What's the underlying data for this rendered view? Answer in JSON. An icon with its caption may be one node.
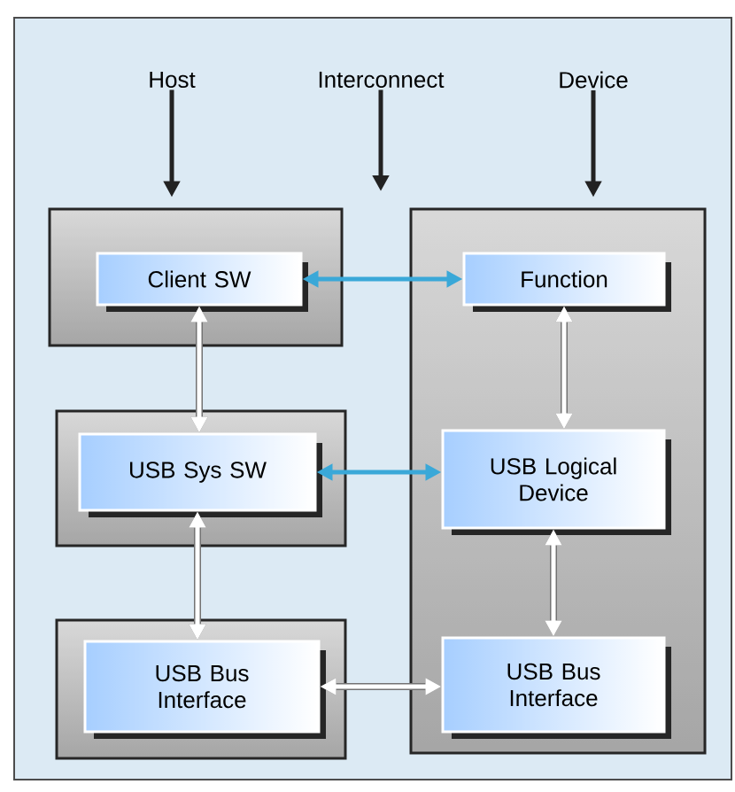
{
  "diagram": {
    "nodes": [
      {
        "text": [
          "Host"
        ]
      },
      {
        "text": [
          "Interconnect"
        ]
      },
      {
        "text": [
          "Device"
        ]
      },
      {
        "text": [],
        "shape": "box"
      },
      {
        "text": [
          "Client SW"
        ],
        "in": 3
      },
      {
        "text": [],
        "shape": "box"
      },
      {
        "text": [
          "USB Sys SW"
        ],
        "in": 5
      },
      {
        "text": [],
        "shape": "box"
      },
      {
        "text": [
          "USB Bus Interface"
        ],
        "in": 7
      },
      {
        "text": [],
        "shape": "box"
      },
      {
        "text": [
          "Function"
        ],
        "in": 9
      },
      {
        "text": [
          "USB Logical Device"
        ],
        "in": 9
      },
      {
        "text": [
          "USB Bus Interface"
        ],
        "in": 9
      }
    ],
    "edges": [
      {
        "from": 0,
        "to": 3,
        "arrow": "to",
        "color": "#222222"
      },
      {
        "from": 1,
        "to": null,
        "arrow": "to",
        "color": "#222222"
      },
      {
        "from": 2,
        "to": 9,
        "arrow": "to",
        "color": "#222222"
      },
      {
        "from": 4,
        "to": 10,
        "arrow": "both",
        "color": "#3aa8d8"
      },
      {
        "from": 4,
        "to": 6,
        "arrow": "both"
      },
      {
        "from": 6,
        "to": 11,
        "arrow": "both",
        "color": "#3aa8d8"
      },
      {
        "from": 10,
        "to": 11,
        "arrow": "both"
      },
      {
        "from": 6,
        "to": 8,
        "arrow": "both"
      },
      {
        "from": 11,
        "to": 12,
        "arrow": "both"
      },
      {
        "from": 8,
        "to": 12,
        "arrow": "both"
      }
    ]
  }
}
